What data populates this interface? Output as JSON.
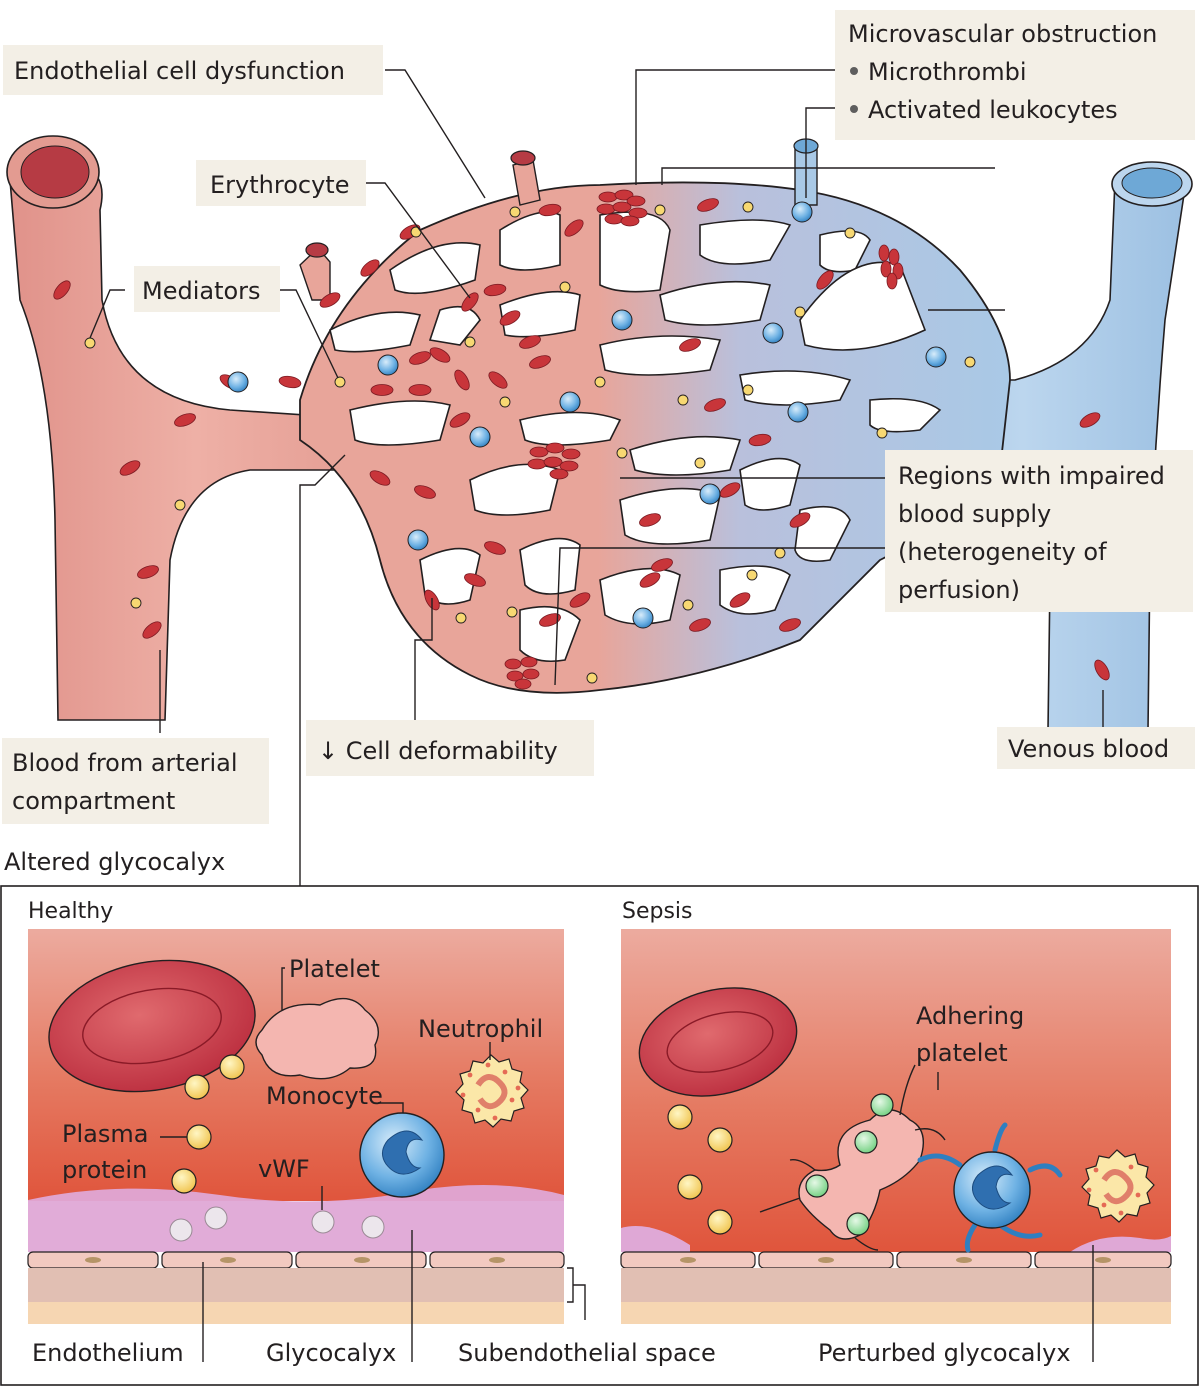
{
  "labels": {
    "endothelial_dysfunction": "Endothelial cell dysfunction",
    "microvascular_obstruction": "Microvascular obstruction",
    "microthrombi": "Microthrombi",
    "activated_leukocytes": "Activated leukocytes",
    "erythrocyte": "Erythrocyte",
    "mediators": "Mediators",
    "regions_line1": "Regions with impaired",
    "regions_line2": "blood supply",
    "regions_line3": "(heterogeneity of",
    "regions_line4": "perfusion)",
    "cell_deformability": "↓ Cell deformability",
    "arterial_line1": "Blood from arterial",
    "arterial_line2": "compartment",
    "venous_blood": "Venous blood",
    "altered_glycocalyx": "Altered glycocalyx"
  },
  "panels": {
    "healthy": {
      "title": "Healthy",
      "platelet": "Platelet",
      "neutrophil": "Neutrophil",
      "monocyte": "Monocyte",
      "plasma_line1": "Plasma",
      "plasma_line2": "protein",
      "vwf": "vWF"
    },
    "sepsis": {
      "title": "Sepsis",
      "adhering_line1": "Adhering",
      "adhering_line2": "platelet"
    }
  },
  "bottom_labels": {
    "endothelium": "Endothelium",
    "glycocalyx": "Glycocalyx",
    "subendothelial": "Subendothelial space",
    "perturbed": "Perturbed glycocalyx"
  },
  "colors": {
    "arterial": "#e8a59a",
    "venous": "#a9c9e6",
    "erythrocyte": "#c8353a",
    "label_box": "#f3efe6"
  }
}
